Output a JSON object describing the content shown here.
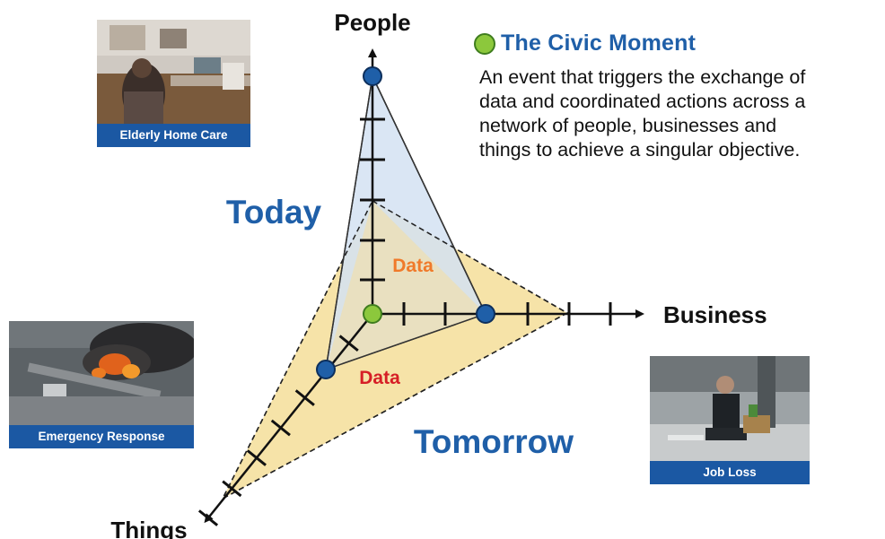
{
  "axes": {
    "people": "People",
    "business": "Business",
    "things": "Things"
  },
  "eras": {
    "today": "Today",
    "tomorrow": "Tomorrow"
  },
  "data_labels": {
    "upper": "Data",
    "lower": "Data"
  },
  "legend": {
    "title": "The Civic Moment",
    "description_lines": [
      "An event that triggers the exchange of",
      "data and coordinated actions across a",
      "network of people, businesses and",
      "things to achieve a singular objective."
    ]
  },
  "photos": {
    "home_care": {
      "caption": "Elderly Home Care"
    },
    "emergency": {
      "caption": "Emergency Response"
    },
    "job_loss": {
      "caption": "Job Loss"
    }
  },
  "colors": {
    "today_fill": "#d3e2f2",
    "tomorrow_fill": "#f6e3a8",
    "axis_node": "#1f5fa8",
    "origin_node": "#8cc83c",
    "upper_data_label": "#f07a2a",
    "lower_data_label": "#d61f26",
    "era_text": "#1f5fa8",
    "caption_bar": "#1b58a3"
  }
}
